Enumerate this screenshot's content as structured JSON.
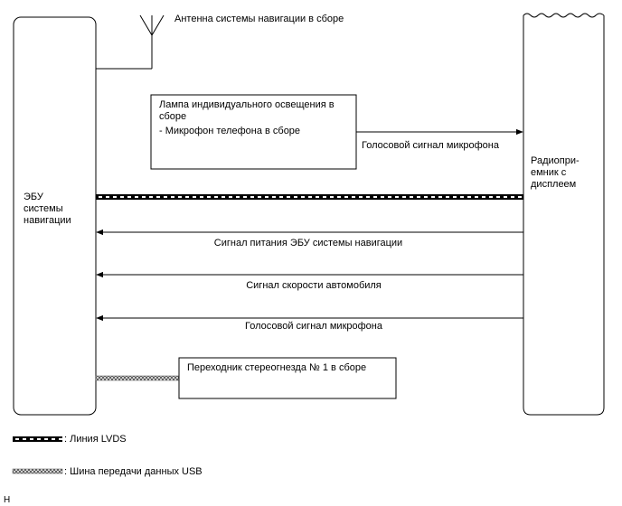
{
  "antenna": {
    "label": "Антенна системы навигации в сборе"
  },
  "ecu": {
    "lines": [
      "ЭБУ",
      "системы",
      "навигации"
    ]
  },
  "radio": {
    "lines": [
      "Радиопри-",
      "емник с",
      "дисплеем"
    ]
  },
  "lamp_box": {
    "lines": [
      "Лампа индивидуального освещения в",
      "сборе",
      "- Микрофон телефона в сборе"
    ]
  },
  "stereo_box": {
    "label": "Переходник стереогнезда № 1 в сборе"
  },
  "signals": {
    "mic_top": "Голосовой сигнал микрофона",
    "power": "Сигнал питания ЭБУ системы навигации",
    "speed": "Сигнал скорости автомобиля",
    "mic_bottom": "Голосовой сигнал микрофона"
  },
  "legend": {
    "lvds": ": Линия LVDS",
    "usb": ": Шина передачи данных USB"
  },
  "corner_mark": "H"
}
